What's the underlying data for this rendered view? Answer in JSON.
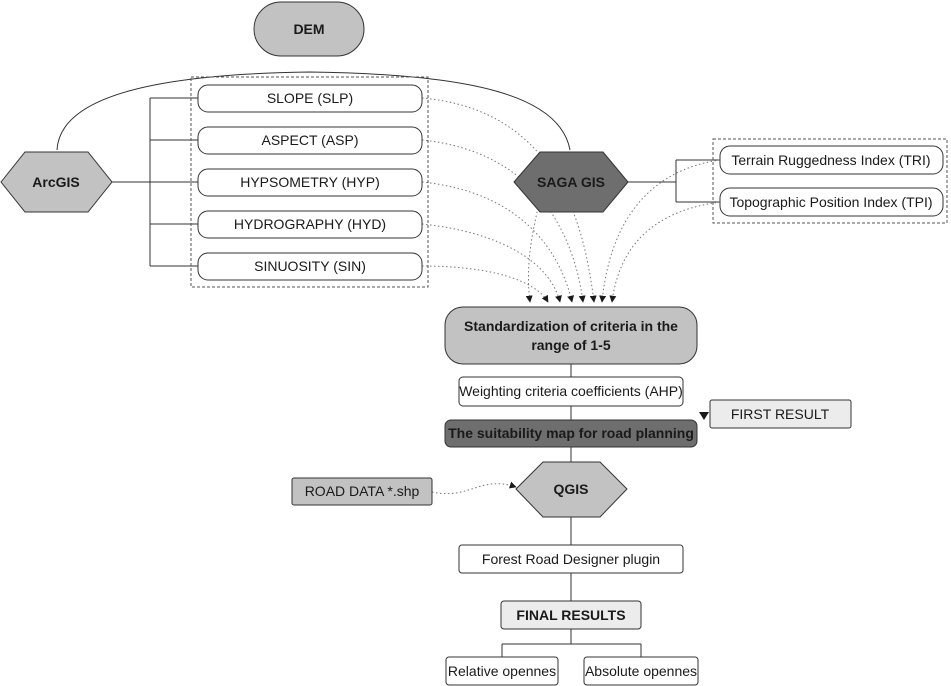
{
  "colors": {
    "dark_node": "#6e6e6e",
    "mid_node": "#c2c2c2",
    "light_node": "#ececec",
    "white_node": "#ffffff",
    "line": "#333333"
  },
  "nodes": {
    "dem": "DEM",
    "arcgis": "ArcGIS",
    "saga": "SAGA GIS",
    "qgis": "QGIS",
    "slope": "SLOPE (SLP)",
    "aspect": "ASPECT (ASP)",
    "hypsometry": "HYPSOMETRY (HYP)",
    "hydrography": "HYDROGRAPHY (HYD)",
    "sinuosity": "SINUOSITY (SIN)",
    "tri": "Terrain Ruggedness Index (TRI)",
    "tpi": "Topographic Position Index (TPI)",
    "standardization_line1": "Standardization of criteria in the",
    "standardization_line2": "range of 1-5",
    "weighting": "Weighting criteria coefficients (AHP)",
    "suitability": "The suitability map for road planning",
    "first_result": "FIRST RESULT",
    "road_data": "ROAD DATA *.shp",
    "plugin": "Forest Road Designer plugin",
    "final_results": "FINAL RESULTS",
    "relative": "Relative opennes",
    "absolute": "Absolute opennes"
  }
}
